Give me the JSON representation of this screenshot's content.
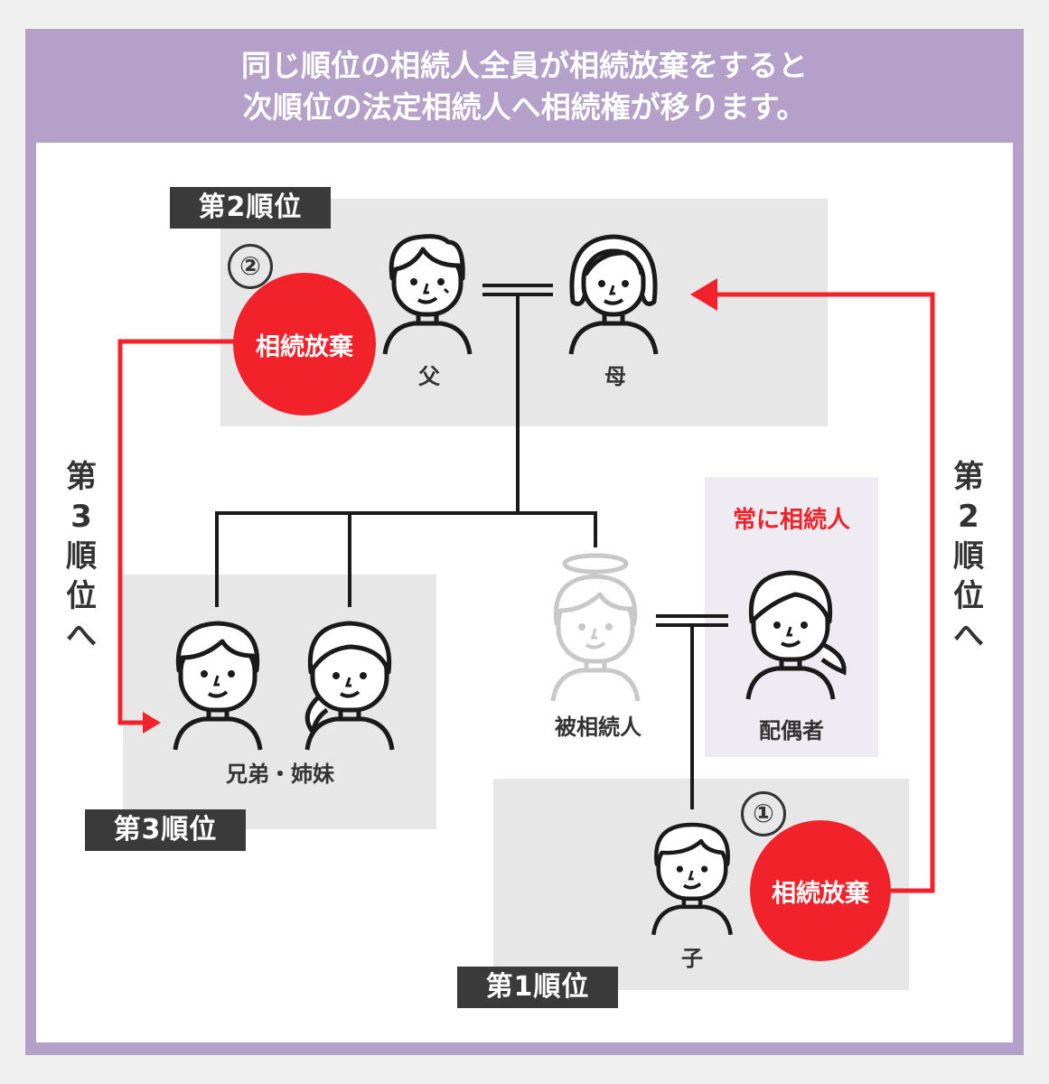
{
  "header": {
    "line1": "同じ順位の相続人全員が相続放棄をすると",
    "line2": "次順位の法定相続人へ相続権が移ります。"
  },
  "ranks": {
    "second": "第2順位",
    "third": "第3順位",
    "first": "第1順位"
  },
  "people": {
    "father": "父",
    "mother": "母",
    "siblings": "兄弟・姉妹",
    "deceased": "被相続人",
    "spouse": "配偶者",
    "child": "子"
  },
  "spouse_note": "常に相続人",
  "renunciation": {
    "label": "相続放棄",
    "step1": "①",
    "step2": "②"
  },
  "arrows": {
    "to_second": "第2順位へ",
    "to_third": "第3順位へ"
  },
  "colors": {
    "frame": "#b4a0c8",
    "accent_red": "#f2222a",
    "panel_gray": "#e7e7e7",
    "rank_dark": "#3a3a3a"
  }
}
